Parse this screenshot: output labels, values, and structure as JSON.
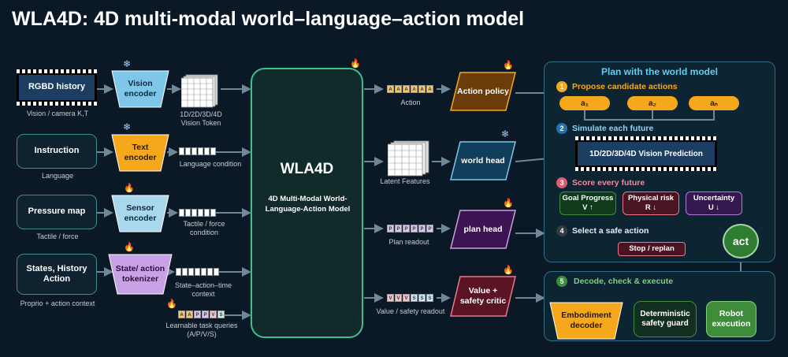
{
  "title": "WLA4D: 4D multi-modal world–language–action model",
  "inputs": [
    {
      "label": "RGBD history",
      "caption": "Vision / camera K,T"
    },
    {
      "label": "Instruction",
      "caption": "Language"
    },
    {
      "label": "Pressure map",
      "caption": "Tactile / force"
    },
    {
      "label": "States, History Action",
      "caption": "Proprio + action context"
    }
  ],
  "encoders": [
    {
      "label": "Vision encoder",
      "state": "frozen"
    },
    {
      "label": "Text encoder",
      "state": "frozen"
    },
    {
      "label": "Sensor encoder",
      "state": "trainable"
    },
    {
      "label": "State/ action tokenizer",
      "state": "trainable"
    }
  ],
  "tokens": {
    "vision": "1D/2D/3D/4D Vision Token",
    "language": "Language condition",
    "tactile": "Tactile / force condition",
    "state": "State–action–time context",
    "queries": "Learnable task queries (A/P/V/S)",
    "query_letters": [
      "A",
      "A",
      "P",
      "P",
      "V",
      "S"
    ]
  },
  "core": {
    "name": "WLA4D",
    "subtitle": "4D Multi-Modal World-Language-Action Model"
  },
  "outputs": [
    {
      "caption": "Action",
      "letters": [
        "A",
        "A",
        "A",
        "A",
        "A",
        "A"
      ],
      "head": "Action policy"
    },
    {
      "caption": "Latent Features",
      "head": "world head"
    },
    {
      "caption": "Plan readout",
      "letters": [
        "P",
        "P",
        "P",
        "P",
        "P",
        "P"
      ],
      "head": "plan head"
    },
    {
      "caption": "Value / safety readout",
      "letters": [
        "V",
        "V",
        "V",
        "S",
        "S",
        "S"
      ],
      "head": "Value + safety critic"
    }
  ],
  "plan_panel": {
    "title": "Plan with the world model",
    "step1": "Propose candidate actions",
    "candidates": [
      "a₁",
      "a₂",
      "aₙ"
    ],
    "step2": "Simulate each future",
    "prediction": "1D/2D/3D/4D Vision Prediction",
    "step3": "Score every future",
    "scores": [
      {
        "name": "Goal Progress",
        "sym": "V ↑"
      },
      {
        "name": "Physical risk",
        "sym": "R ↓"
      },
      {
        "name": "Uncertainty",
        "sym": "U ↓"
      }
    ],
    "step4": "Select a safe action",
    "stop": "Stop / replan",
    "act": "act"
  },
  "exec_panel": {
    "step5": "Decode, check & execute",
    "decoder": "Embodiment decoder",
    "guard": "Deterministic safety guard",
    "robot": "Robot execution"
  },
  "step_numbers": [
    "1",
    "2",
    "3",
    "4",
    "5"
  ],
  "colors": {
    "background": "#0b1826",
    "vision_encoder": "#7ec7e8",
    "text_encoder": "#f6a81d",
    "sensor_encoder": "#a9d8ec",
    "state_tokenizer": "#c8a2e6",
    "core_border": "#3fbf8f",
    "action_policy": "#6a3c09",
    "world_head": "#113e5a",
    "plan_head": "#3d1452",
    "critic": "#5a1423",
    "accent_orange": "#f6a81d",
    "accent_green": "#3f8d3a"
  }
}
